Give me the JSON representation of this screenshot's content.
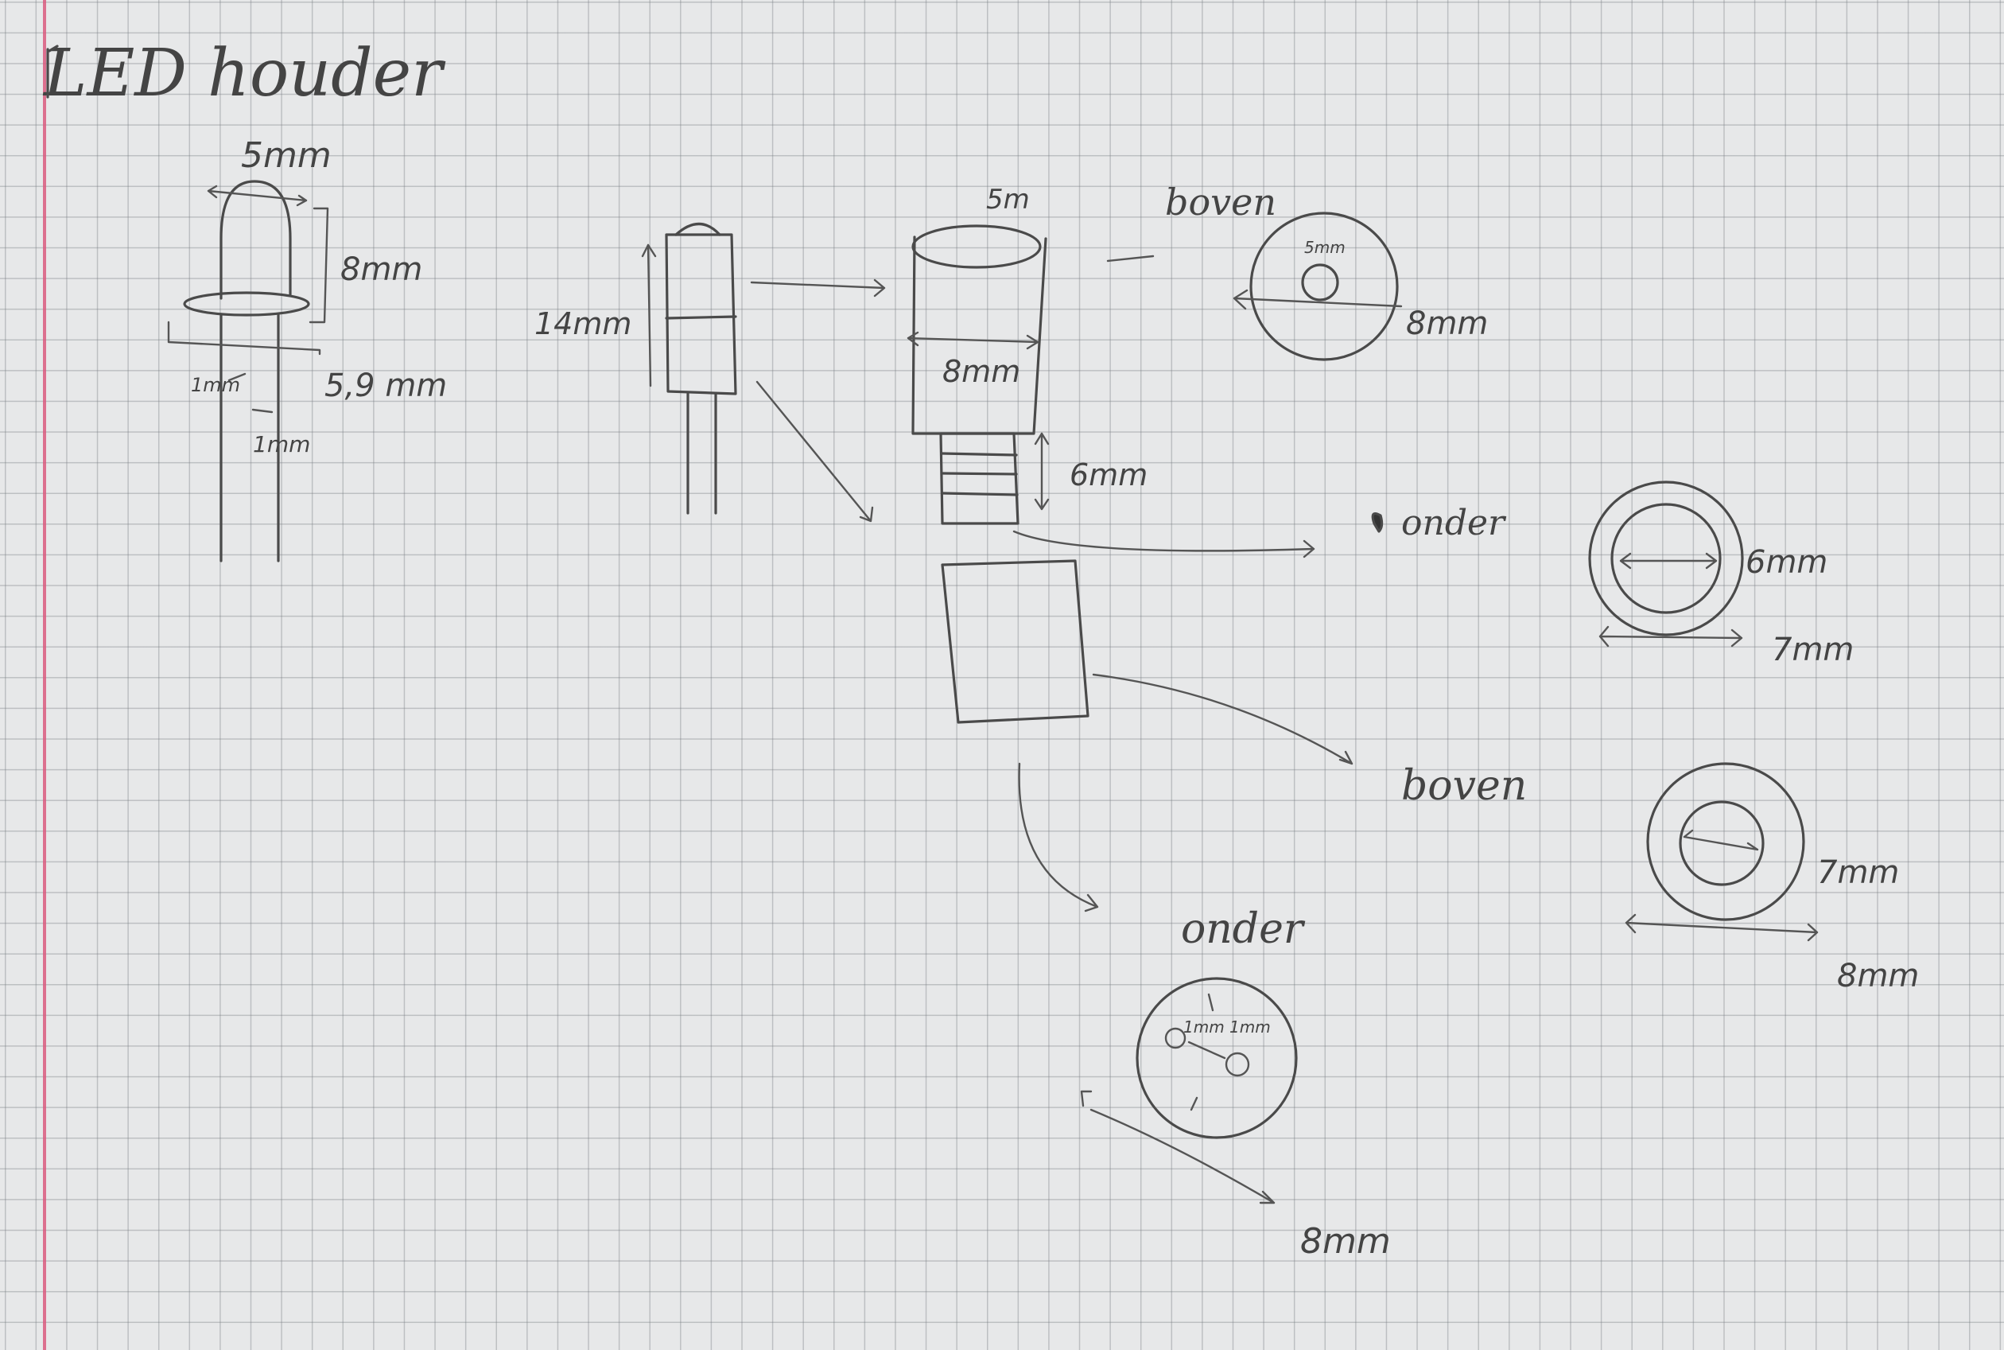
{
  "title": "LED houder",
  "led": {
    "width": "5mm",
    "height": "8mm",
    "flange": "5,9 mm",
    "lead_pitch": "1mm",
    "lead_width": "1mm"
  },
  "holder": {
    "height": "14mm",
    "top_label": "5m",
    "body_width": "8mm",
    "neck_height": "6mm"
  },
  "views": {
    "boven_top": "boven",
    "boven_top_inner": "5mm",
    "boven_top_outer": "8mm",
    "onder_mid": "onder",
    "onder_mid_inner": "6mm",
    "onder_mid_outer": "7mm",
    "boven_lower": "boven",
    "boven_lower_inner": "7mm",
    "boven_lower_outer": "8mm",
    "onder_bottom": "onder",
    "onder_bottom_holes": "1mm 1mm",
    "onder_bottom_outer": "8mm"
  }
}
